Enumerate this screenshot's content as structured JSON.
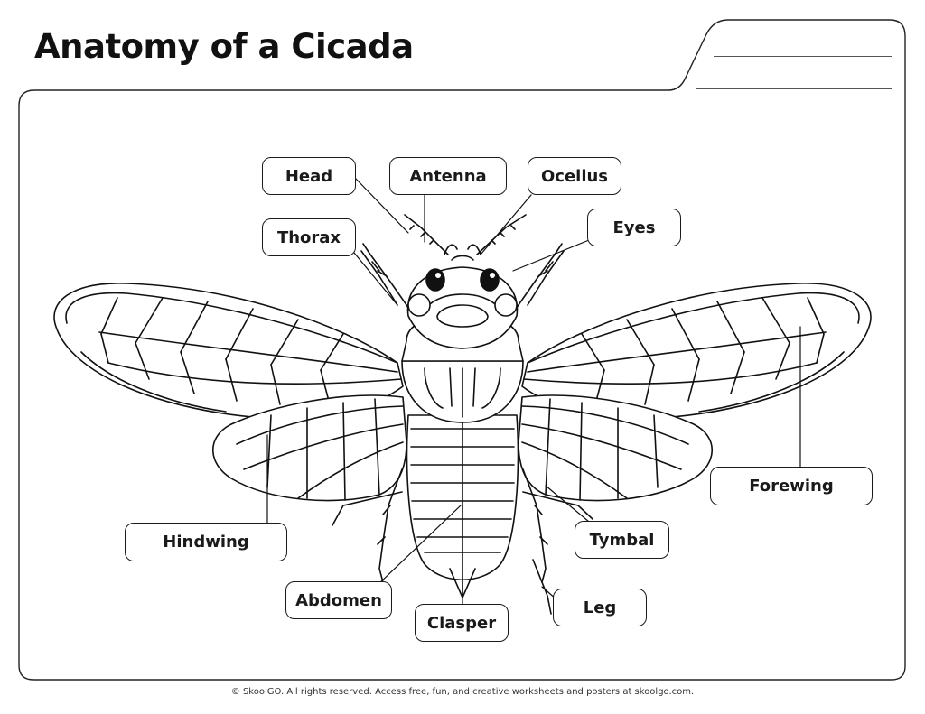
{
  "title": "Anatomy of a Cicada",
  "labels": {
    "head": "Head",
    "antenna": "Antenna",
    "ocellus": "Ocellus",
    "thorax": "Thorax",
    "eyes": "Eyes",
    "forewing": "Forewing",
    "hindwing": "Hindwing",
    "tymbal": "Tymbal",
    "abdomen": "Abdomen",
    "clasper": "Clasper",
    "leg": "Leg"
  },
  "footer": "© SkoolGO. All rights reserved. Access free, fun, and creative worksheets and posters at skoolgo.com."
}
